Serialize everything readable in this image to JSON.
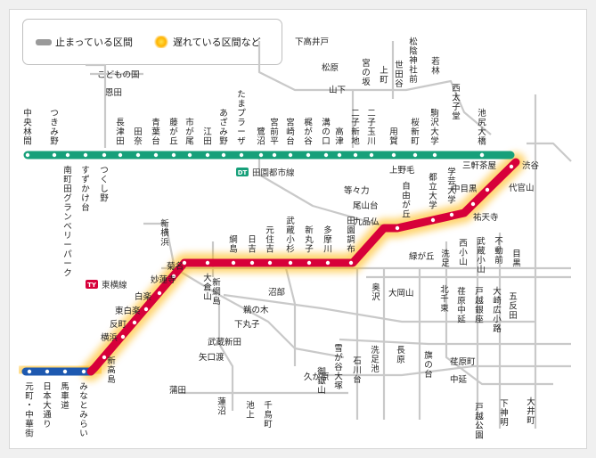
{
  "legend": {
    "stopped": "止まっている区間",
    "delayed": "遅れている区間など"
  },
  "colors": {
    "den_en_toshi": "#17a07a",
    "toyoko": "#d7003a",
    "minatomirai": "#1e59b0",
    "other_lines": "#c9c9c9",
    "delay_glow": "#ffb300",
    "station_dot": "#ffffff"
  },
  "lines": {
    "den_en_toshi": {
      "label": "田園都市線",
      "badge": "DT"
    },
    "toyoko": {
      "label": "東横線",
      "badge": "TY"
    }
  },
  "stations": {
    "den_en_toshi": [
      "中央林間",
      "つきみ野",
      "南町田グランベリーパーク",
      "すずかけ台",
      "つくし野",
      "長津田",
      "田奈",
      "青葉台",
      "藤が丘",
      "市が尾",
      "江田",
      "あざみ野",
      "たまプラーザ",
      "鷺沼",
      "宮前平",
      "宮崎台",
      "梶が谷",
      "溝の口",
      "高津",
      "二子新地",
      "二子玉川",
      "用賀",
      "桜新町",
      "駒沢大学",
      "三軒茶屋",
      "池尻大橋",
      "渋谷"
    ],
    "toyoko": [
      "渋谷",
      "代官山",
      "中目黒",
      "祐天寺",
      "学芸大学",
      "都立大学",
      "自由が丘",
      "田園調布",
      "多摩川",
      "新丸子",
      "武蔵小杉",
      "元住吉",
      "日吉",
      "綱島",
      "大倉山",
      "菊名",
      "妙蓮寺",
      "白楽",
      "東白楽",
      "反町",
      "横浜"
    ],
    "minatomirai": [
      "横浜",
      "新高島",
      "みなとみらい",
      "馬車道",
      "日本大通り",
      "元町・中華街"
    ],
    "other": [
      "こどもの国",
      "恩田",
      "下高井戸",
      "松原",
      "山下",
      "宮の坂",
      "上町",
      "世田谷",
      "松陰神社前",
      "若林",
      "西太子堂",
      "上野毛",
      "等々力",
      "尾山台",
      "九品仏",
      "緑が丘",
      "洗足",
      "大岡山",
      "北千束",
      "奥沢",
      "西小山",
      "武蔵小山",
      "不動前",
      "目黒",
      "新横浜",
      "新綱島",
      "沼部",
      "鵜の木",
      "下丸子",
      "武蔵新田",
      "矢口渡",
      "蒲田",
      "蓮沼",
      "池上",
      "千鳥町",
      "久が原",
      "御嶽山",
      "雪が谷大塚",
      "石川台",
      "洗足池",
      "長原",
      "旗の台",
      "荏原中延",
      "戸越銀座",
      "大崎広小路",
      "五反田",
      "荏原町",
      "中延",
      "戸越公園",
      "下神明",
      "大井町"
    ]
  }
}
